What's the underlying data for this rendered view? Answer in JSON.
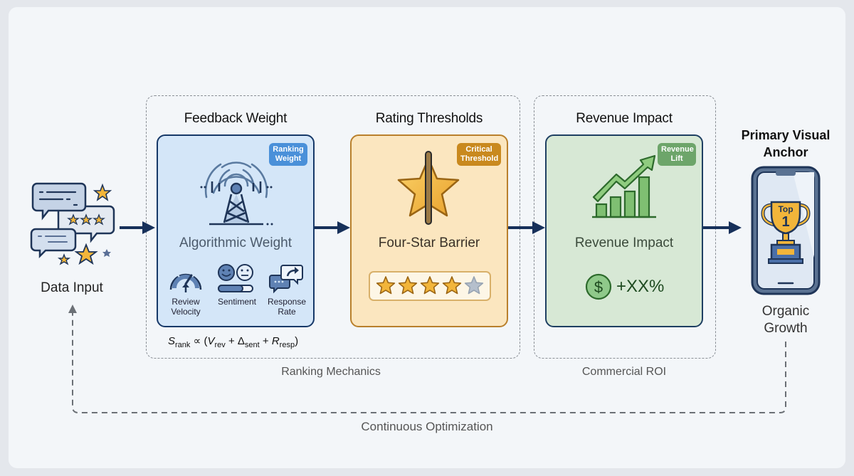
{
  "diagram": {
    "input": {
      "label": "Data Input",
      "icon": "review-bubbles-with-stars-icon"
    },
    "groups": [
      {
        "id": "ranking",
        "label": "Ranking Mechanics"
      },
      {
        "id": "commercial",
        "label": "Commercial ROI"
      }
    ],
    "stages": [
      {
        "id": "feedback",
        "title": "Feedback Weight",
        "badge": "Ranking Weight",
        "label": "Algorithmic Weight",
        "icon": "signal-tower-icon",
        "accent": "#4a90d9",
        "metrics": [
          {
            "label": "Review Velocity",
            "icon": "speedometer-icon"
          },
          {
            "label": "Sentiment",
            "icon": "sentiment-faces-icon"
          },
          {
            "label": "Response Rate",
            "icon": "reply-bubble-icon"
          }
        ],
        "formula": {
          "lhs": "S",
          "lhs_sub": "rank",
          "prop": "∝",
          "t1": "V",
          "t1_sub": "rev",
          "t2": "Δ",
          "t2_sub": "sent",
          "t3": "R",
          "t3_sub": "resp"
        }
      },
      {
        "id": "thresholds",
        "title": "Rating Thresholds",
        "badge": "Critical Threshold",
        "label": "Four-Star Barrier",
        "icon": "star-with-barrier-icon",
        "accent": "#c9891e",
        "rating": {
          "filled": 4,
          "total": 5
        }
      },
      {
        "id": "revenue",
        "title": "Revenue Impact",
        "badge": "Revenue Lift",
        "label": "Revenue Impact",
        "icon": "growth-chart-icon",
        "accent": "#6da56a",
        "value": "+XX%",
        "value_icon": "dollar-coin-icon"
      }
    ],
    "output": {
      "title": "Primary Visual Anchor",
      "label": "Organic Growth",
      "icon": "phone-trophy-icon",
      "trophy_text_1": "Top",
      "trophy_text_2": "1"
    },
    "loop": {
      "label": "Continuous Optimization"
    }
  }
}
